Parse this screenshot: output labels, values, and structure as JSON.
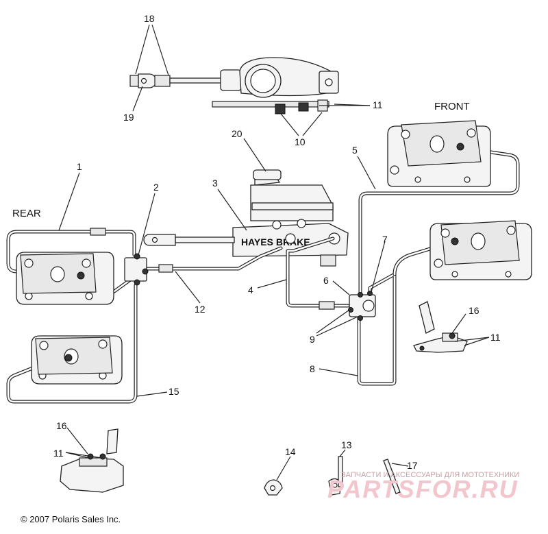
{
  "section_labels": {
    "rear": "REAR",
    "front": "FRONT"
  },
  "callouts": {
    "c1": "1",
    "c2": "2",
    "c3": "3",
    "c4": "4",
    "c5": "5",
    "c6": "6",
    "c7": "7",
    "c8": "8",
    "c9": "9",
    "c10": "10",
    "c11_top": "11",
    "c11_right": "11",
    "c11_left": "11",
    "c12": "12",
    "c13": "13",
    "c14": "14",
    "c15": "15",
    "c16_right": "16",
    "c16_left": "16",
    "c17": "17",
    "c18": "18",
    "c19": "19",
    "c20": "20"
  },
  "master_cylinder_brand": "HAYES BRAKE",
  "copyright": "© 2007 Polaris Sales Inc.",
  "watermark": {
    "tagline": "ЗАПЧАСТИ И АКСЕССУАРЫ ДЛЯ МОТОТЕХНИКИ",
    "logo": "PARTSFOR.RU"
  }
}
